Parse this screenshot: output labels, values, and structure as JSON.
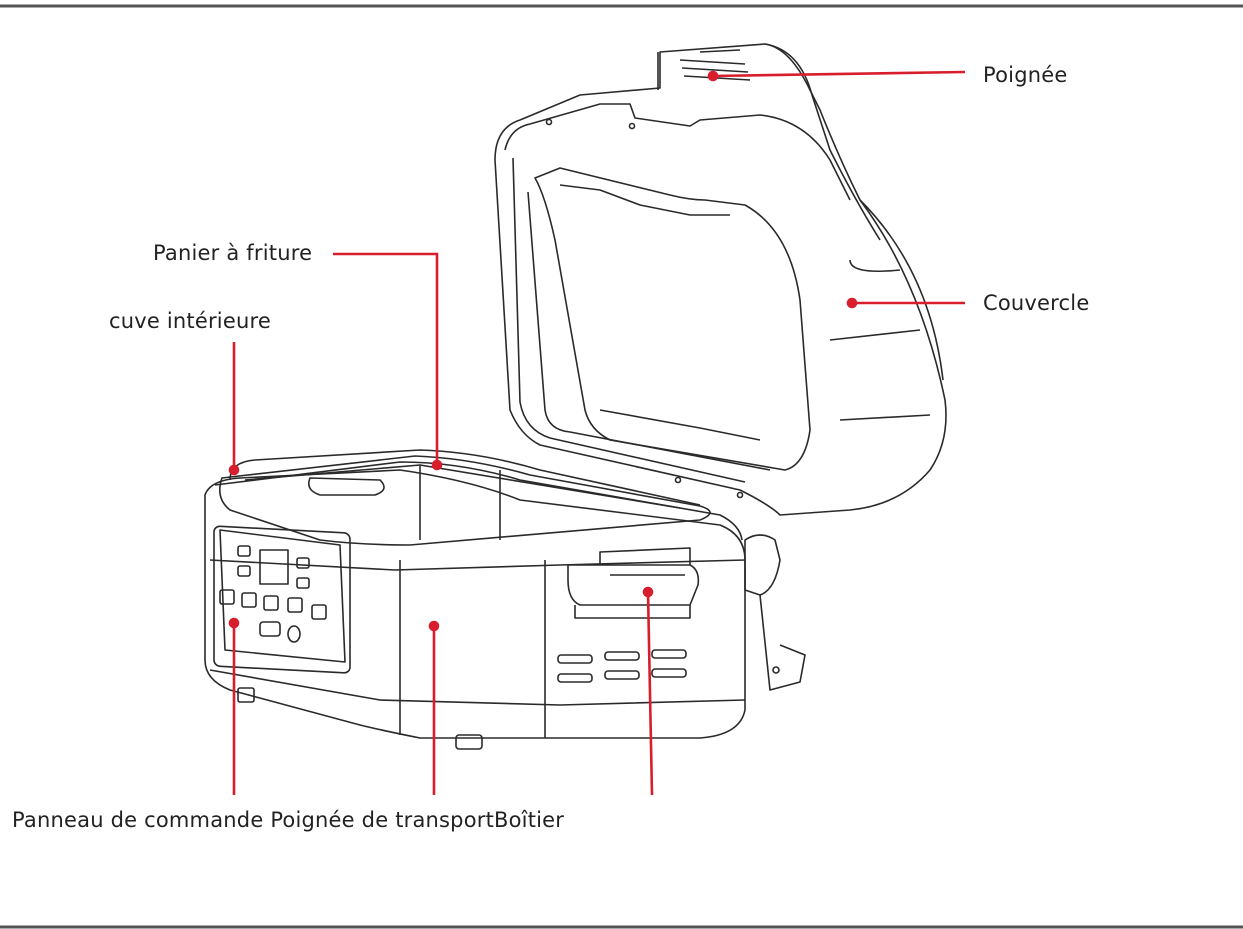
{
  "diagram": {
    "labels": {
      "poignee": "Poignée",
      "panier": "Panier à friture",
      "couvercle": "Couvercle",
      "cuve": "cuve intérieure",
      "bottom": "Panneau de commande Poignée de transportBoîtier"
    },
    "colors": {
      "leader": "#d81e2c",
      "outline": "#2a2a2a",
      "frame": "#555555"
    }
  }
}
